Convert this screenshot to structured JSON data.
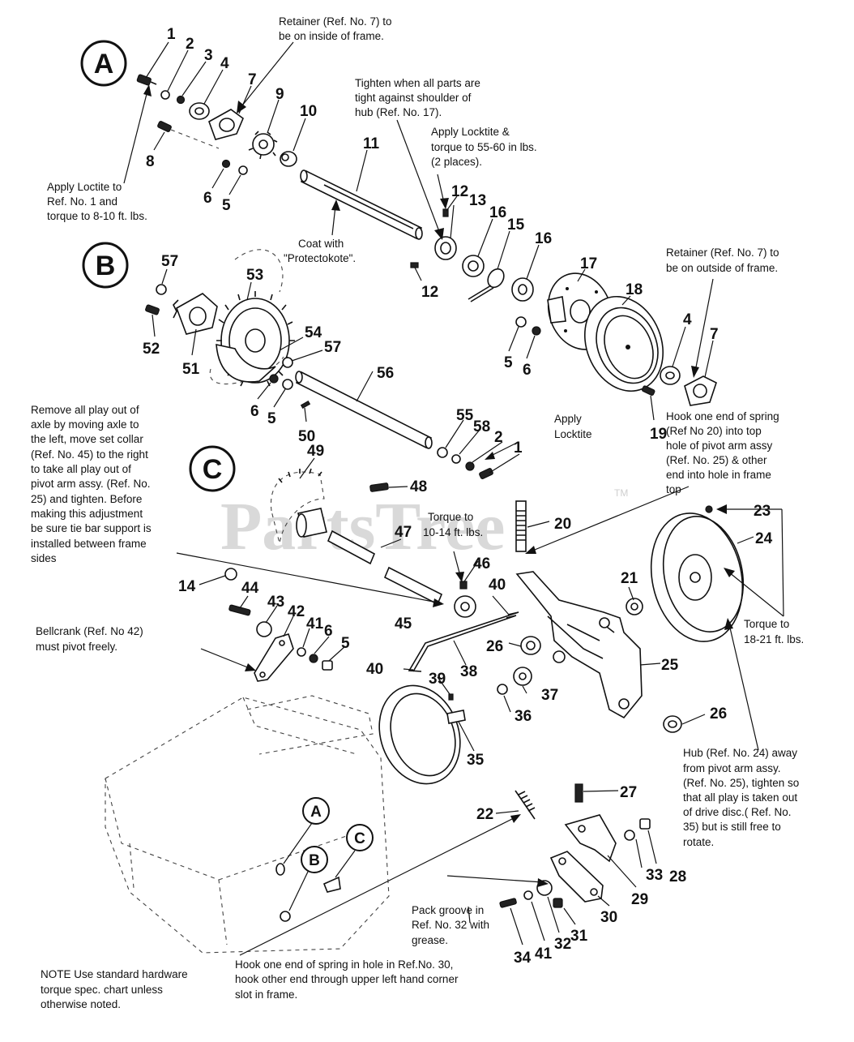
{
  "watermark": {
    "brand": "PartsTree",
    "trademark": "TM"
  },
  "sections": {
    "a_label": "A",
    "b_label": "B",
    "c_label": "C"
  },
  "callouts": {
    "c1": "1",
    "c2": "2",
    "c3": "3",
    "c4": "4",
    "c5": "5",
    "c6": "6",
    "c7": "7",
    "c8": "8",
    "c9": "9",
    "c10": "10",
    "c11": "11",
    "c12": "12",
    "c13": "13",
    "c14": "14",
    "c15": "15",
    "c16": "16",
    "c17": "17",
    "c18": "18",
    "c19": "19",
    "c20": "20",
    "c21": "21",
    "c22": "22",
    "c23": "23",
    "c24": "24",
    "c25": "25",
    "c26": "26",
    "c27": "27",
    "c28": "28",
    "c29": "29",
    "c30": "30",
    "c31": "31",
    "c32": "32",
    "c33": "33",
    "c34": "34",
    "c35": "35",
    "c36": "36",
    "c37": "37",
    "c38": "38",
    "c39": "39",
    "c40": "40",
    "c41": "41",
    "c42": "42",
    "c43": "43",
    "c44": "44",
    "c45": "45",
    "c46": "46",
    "c47": "47",
    "c48": "48",
    "c49": "49",
    "c50": "50",
    "c51": "51",
    "c52": "52",
    "c53": "53",
    "c54": "54",
    "c55": "55",
    "c56": "56",
    "c57": "57",
    "c58": "58"
  },
  "notes": {
    "retainer_inside": [
      "Retainer (Ref. No. 7) to",
      "be on inside of frame."
    ],
    "tighten_hub": [
      "Tighten when all parts are",
      "tight against shoulder of",
      "hub (Ref. No. 17)."
    ],
    "locktite_torque": [
      "Apply Locktite &",
      "torque to 55-60 in lbs.",
      "(2 places)."
    ],
    "loctite_ref1": [
      "Apply Loctite to",
      "Ref. No. 1 and",
      "torque to 8-10 ft. lbs."
    ],
    "coat": [
      "Coat with",
      "\"Protectokote\"."
    ],
    "retainer_outside": [
      "Retainer (Ref. No. 7) to",
      "be on outside of frame."
    ],
    "remove_play": [
      "Remove all play out of",
      "axle by moving axle to",
      "the left, move set collar",
      "(Ref. No. 45) to the right",
      "to take all play out of",
      "pivot arm assy. (Ref. No.",
      "25) and tighten. Before",
      "making this adjustment",
      "be sure tie bar support is",
      "installed between frame",
      "sides"
    ],
    "apply_locktite": [
      "Apply",
      "Locktite"
    ],
    "hook_spring20": [
      "Hook one end of spring",
      "(Ref No 20) into top",
      "hole of pivot arm assy",
      "(Ref. No. 25) & other",
      "end into hole in frame",
      "top"
    ],
    "torque_10_14": [
      "Torque to",
      "10-14 ft. lbs."
    ],
    "torque_18_21": [
      "Torque to",
      "18-21 ft. lbs."
    ],
    "bellcrank": [
      "Bellcrank (Ref. No 42)",
      "must pivot freely."
    ],
    "hub_away": [
      "Hub (Ref. No. 24) away",
      "from pivot arm assy.",
      "(Ref. No. 25), tighten so",
      "that all play is taken out",
      "of drive disc.( Ref. No.",
      "35) but is still free to",
      "rotate."
    ],
    "pack_groove": [
      "Pack groove in",
      "Ref. No. 32 with",
      "grease."
    ],
    "hook_spring30": [
      "Hook one end of spring in hole in Ref.No. 30,",
      "hook other end through upper left hand corner",
      "slot in frame."
    ],
    "note_std": [
      "NOTE  Use standard hardware",
      "torque spec. chart unless",
      "otherwise noted."
    ]
  }
}
